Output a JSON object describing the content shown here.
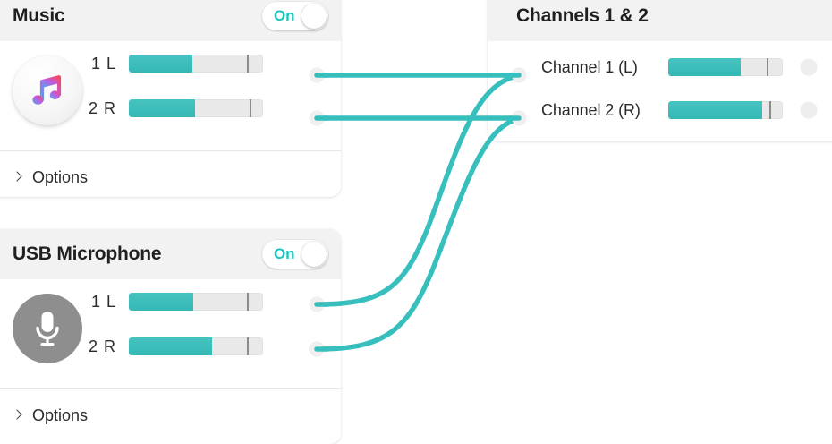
{
  "theme": {
    "accent": "#37bfbd",
    "header_bg": "#f2f2f2",
    "meter_track": "#e9e9e9",
    "meter_tick": "#8b8b8b",
    "toggle_on_text": "#18c8c0",
    "page_bg": "#ffffff",
    "text": "#2b2b2b"
  },
  "sources": [
    {
      "title": "Music",
      "icon": "music-note-icon",
      "toggle": {
        "label": "On",
        "state": "on"
      },
      "options": {
        "label": "Options",
        "icon": "chevron-right-icon",
        "expanded": false
      },
      "meters": [
        {
          "label": "1 L",
          "level_pct": 47,
          "tick_pct": 88
        },
        {
          "label": "2 R",
          "level_pct": 49,
          "tick_pct": 90
        }
      ]
    },
    {
      "title": "USB Microphone",
      "icon": "microphone-icon",
      "toggle": {
        "label": "On",
        "state": "on"
      },
      "options": {
        "label": "Options",
        "icon": "chevron-right-icon",
        "expanded": false
      },
      "meters": [
        {
          "label": "1 L",
          "level_pct": 48,
          "tick_pct": 88
        },
        {
          "label": "2 R",
          "level_pct": 62,
          "tick_pct": 88
        }
      ]
    }
  ],
  "output": {
    "title": "Channels 1 & 2",
    "channels": [
      {
        "label": "Channel 1 (L)",
        "level_pct": 63,
        "tick_pct": 86
      },
      {
        "label": "Channel 2 (R)",
        "level_pct": 82,
        "tick_pct": 88
      }
    ]
  },
  "routing": {
    "cable_color": "#37bfbd",
    "connections": [
      {
        "from": "music-1L",
        "to": "channel-1"
      },
      {
        "from": "music-2R",
        "to": "channel-2"
      },
      {
        "from": "mic-1L",
        "to": "channel-1"
      },
      {
        "from": "mic-2R",
        "to": "channel-2"
      }
    ]
  }
}
